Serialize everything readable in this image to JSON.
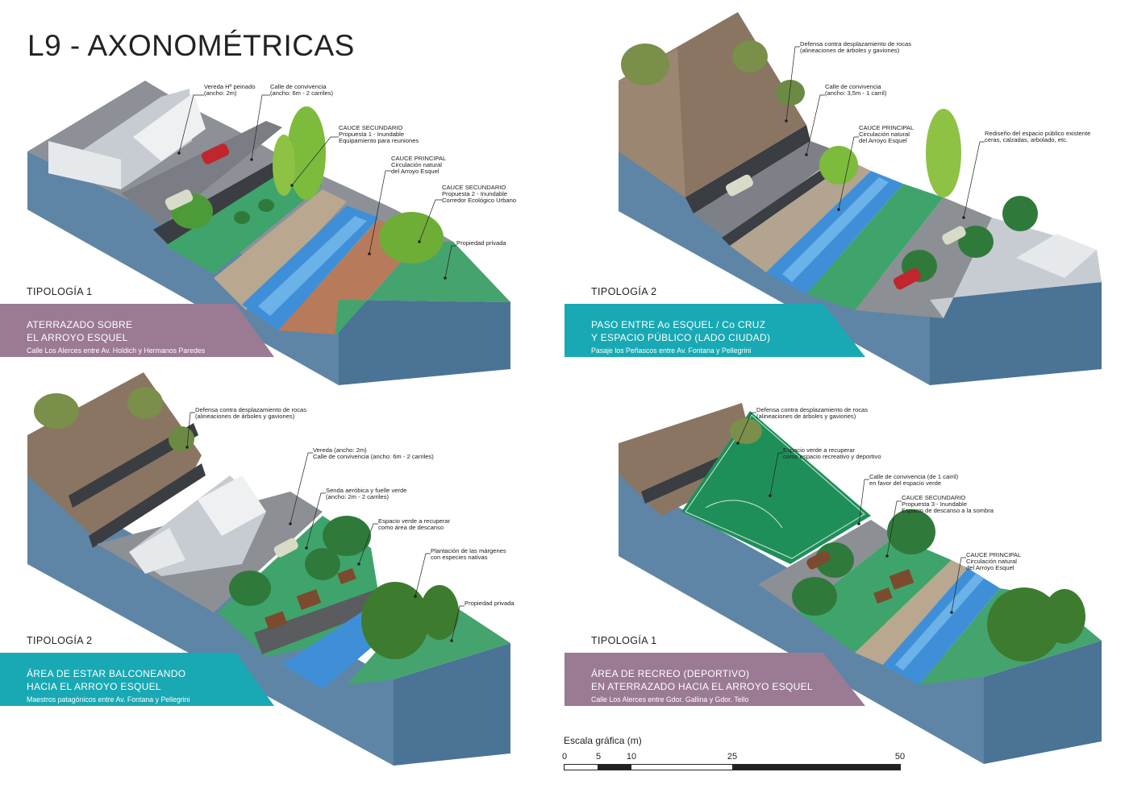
{
  "title": "L9 - AXONOMÉTRICAS",
  "colors": {
    "purple_banner": "#9b7a93",
    "teal_banner": "#18a9b4",
    "block_side": "#5f86a6",
    "block_front": "#4c7598",
    "grass": "#3fa46b",
    "water": "#3f8fd8",
    "road": "#8c8f94",
    "slope": "#8a7563",
    "wall": "#3b3e42"
  },
  "panels": [
    {
      "id": "tl",
      "tipologia": "TIPOLOGÍA 1",
      "banner": {
        "line1": "ATERRAZADO SOBRE",
        "line2": "EL ARROYO ESQUEL",
        "sub": "Calle Los Alerces entre Av. Holdich y Hermanos Paredes"
      },
      "annotations": [
        "Vereda Hº peinado\n(ancho: 2m)",
        "Calle de convivencia\n(ancho: 6m - 2 carriles)",
        "CAUCE SECUNDARIO\nPropuesta 1 - Inundable\nEquipamiento para reuniones",
        "CAUCE PRINCIPAL\nCirculación natural\ndel Arroyo Esquel",
        "CAUCE SECUNDARIO\nPropuesta 2 - Inundable\nCorredor Ecológico Urbano",
        "Propiedad privada"
      ]
    },
    {
      "id": "tr",
      "tipologia": "TIPOLOGÍA 2",
      "banner": {
        "line1": "PASO ENTRE Ao ESQUEL / Co CRUZ",
        "line2": "Y ESPACIO PÚBLICO (LADO CIUDAD)",
        "sub": "Pasaje los Peñascos entre Av. Fontana y Pellegrini"
      },
      "annotations": [
        "Defensa contra desplazamiento de rocas\n(alineaciones de árboles y gaviones)",
        "Calle de convivencia\n(ancho: 3,5m - 1 carril)",
        "CAUCE PRINCIPAL\nCirculación natural\ndel Arroyo Esquel",
        "Rediseño del espacio público existente\nceras, calzadas, arbolado, etc."
      ]
    },
    {
      "id": "bl",
      "tipologia": "TIPOLOGÍA 2",
      "banner": {
        "line1": "ÁREA DE ESTAR BALCONEANDO",
        "line2": "HACIA EL ARROYO ESQUEL",
        "sub": "Maestros patagónicos entre Av. Fontana y Pellegrini"
      },
      "annotations": [
        "Defensa contra desplazamiento de rocas\n(alineaciones de árboles y gaviones)",
        "Vereda (ancho: 2m)\nCalle de convivencia (ancho: 6m - 2 carriles)",
        "Senda aeróbica y fuelle verde\n(ancho: 2m - 2 carriles)",
        "Espacio verde a recuperar\ncomo área de descanso",
        "Plantación de las márgenes\ncon especies nativas",
        "Propiedad privada"
      ]
    },
    {
      "id": "br",
      "tipologia": "TIPOLOGÍA 1",
      "banner": {
        "line1": "ÁREA DE RECREO (DEPORTIVO)",
        "line2": "EN ATERRAZADO HACIA EL ARROYO ESQUEL",
        "sub": "Calle Los Alerces entre Gdor. Gallina y Gdor. Tello"
      },
      "annotations": [
        "Defensa contra desplazamiento de rocas\n(alineaciones de árboles y gaviones)",
        "Espacio verde a recuperar\ncomo espacio recreativo y deportivo",
        "Calle de convivencia (de 1 carril)\nen favor del espacio verde",
        "CAUCE SECUNDARIO\nPropuesta 3 - Inundable\nEspacio de descanso a la sombra",
        "CAUCE PRINCIPAL\nCirculación natural\ndel Arroyo Esquel"
      ]
    }
  ],
  "scale": {
    "title": "Escala gráfica (m)",
    "ticks": [
      "0",
      "5",
      "10",
      "25",
      "50"
    ]
  }
}
